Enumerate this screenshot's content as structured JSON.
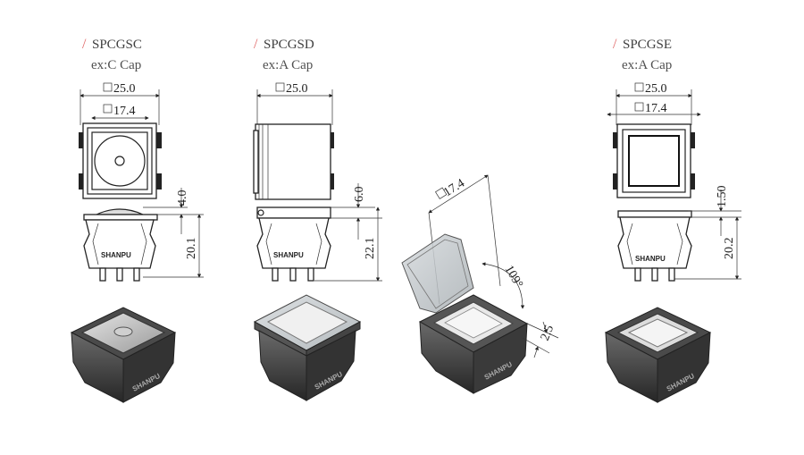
{
  "models": [
    {
      "prefix": "/",
      "name": "SPCGSC",
      "cap": "ex:C Cap"
    },
    {
      "prefix": "/",
      "name": "SPCGSD",
      "cap": "ex:A Cap"
    },
    {
      "prefix": "/",
      "name": "SPCGSE",
      "cap": "ex:A Cap"
    }
  ],
  "dimensions": {
    "c_outer": "25.0",
    "c_inner": "17.4",
    "c_cap_h": "4.0",
    "c_total_h": "20.1",
    "d_outer": "25.0",
    "d_cap_h": "6.0",
    "d_total_h": "22.1",
    "open_inner": "17.4",
    "open_angle": "109°",
    "open_gap": "2.5",
    "e_outer": "25.0",
    "e_inner": "17.4",
    "e_cap_h": "1.50",
    "e_total_h": "20.2"
  },
  "brand": "SHANPU",
  "colors": {
    "accent": "#e06868",
    "line": "#222222"
  }
}
